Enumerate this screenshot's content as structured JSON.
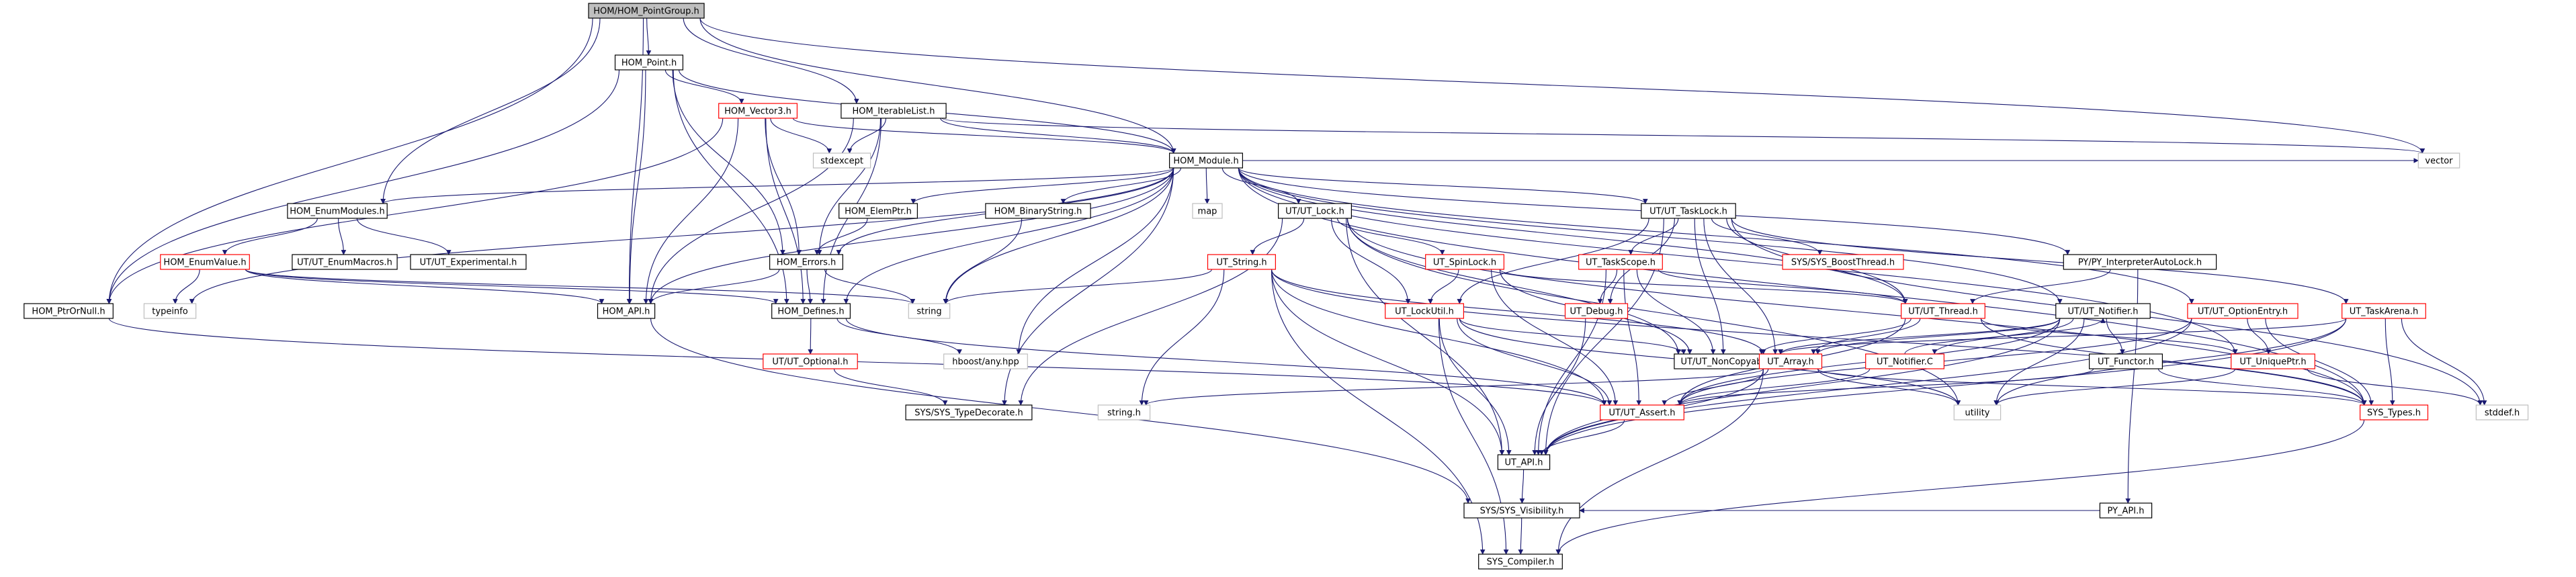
{
  "colors": {
    "node_border": "#000000",
    "truncated_border": "#ff0000",
    "external_border": "#bfbfbf",
    "root_fill": "#bfbfbf",
    "edge": "#191970"
  },
  "nodes": [
    {
      "id": "root",
      "label": "HOM/HOM_PointGroup.h",
      "style": "root"
    },
    {
      "id": "point",
      "label": "HOM_Point.h",
      "style": "normal"
    },
    {
      "id": "vector3",
      "label": "HOM_Vector3.h",
      "style": "truncated"
    },
    {
      "id": "iterable",
      "label": "HOM_IterableList.h",
      "style": "normal"
    },
    {
      "id": "stdexcept",
      "label": "stdexcept",
      "style": "external"
    },
    {
      "id": "module",
      "label": "HOM_Module.h",
      "style": "normal"
    },
    {
      "id": "enummodules",
      "label": "HOM_EnumModules.h",
      "style": "normal"
    },
    {
      "id": "enumvalue",
      "label": "HOM_EnumValue.h",
      "style": "truncated"
    },
    {
      "id": "enummacros",
      "label": "UT/UT_EnumMacros.h",
      "style": "normal"
    },
    {
      "id": "experimental",
      "label": "UT/UT_Experimental.h",
      "style": "normal"
    },
    {
      "id": "elemptr",
      "label": "HOM_ElemPtr.h",
      "style": "normal"
    },
    {
      "id": "errors",
      "label": "HOM_Errors.h",
      "style": "normal"
    },
    {
      "id": "binarystring",
      "label": "HOM_BinaryString.h",
      "style": "normal"
    },
    {
      "id": "map",
      "label": "map",
      "style": "external"
    },
    {
      "id": "ptrornull",
      "label": "HOM_PtrOrNull.h",
      "style": "normal"
    },
    {
      "id": "typeinfo",
      "label": "typeinfo",
      "style": "external"
    },
    {
      "id": "api",
      "label": "HOM_API.h",
      "style": "normal"
    },
    {
      "id": "defines",
      "label": "HOM_Defines.h",
      "style": "normal"
    },
    {
      "id": "string",
      "label": "string",
      "style": "external"
    },
    {
      "id": "hboost",
      "label": "hboost/any.hpp",
      "style": "external"
    },
    {
      "id": "optional",
      "label": "UT/UT_Optional.h",
      "style": "truncated"
    },
    {
      "id": "typedecorate",
      "label": "SYS/SYS_TypeDecorate.h",
      "style": "normal"
    },
    {
      "id": "stringh",
      "label": "string.h",
      "style": "external"
    },
    {
      "id": "utlock",
      "label": "UT/UT_Lock.h",
      "style": "normal"
    },
    {
      "id": "utstring",
      "label": "UT_String.h",
      "style": "truncated"
    },
    {
      "id": "spinlock",
      "label": "UT_SpinLock.h",
      "style": "truncated"
    },
    {
      "id": "lockutil",
      "label": "UT_LockUtil.h",
      "style": "truncated"
    },
    {
      "id": "tasklock",
      "label": "UT/UT_TaskLock.h",
      "style": "normal"
    },
    {
      "id": "taskscope",
      "label": "UT_TaskScope.h",
      "style": "truncated"
    },
    {
      "id": "boostthread",
      "label": "SYS/SYS_BoostThread.h",
      "style": "truncated"
    },
    {
      "id": "debug",
      "label": "UT_Debug.h",
      "style": "truncated"
    },
    {
      "id": "interp",
      "label": "PY/PY_InterpreterAutoLock.h",
      "style": "normal"
    },
    {
      "id": "utthread",
      "label": "UT/UT_Thread.h",
      "style": "truncated"
    },
    {
      "id": "utnotifier",
      "label": "UT/UT_Notifier.h",
      "style": "normal"
    },
    {
      "id": "optionentry",
      "label": "UT/UT_OptionEntry.h",
      "style": "truncated"
    },
    {
      "id": "taskarena",
      "label": "UT_TaskArena.h",
      "style": "truncated"
    },
    {
      "id": "noncopyable",
      "label": "UT/UT_NonCopyable.h",
      "style": "normal"
    },
    {
      "id": "array",
      "label": "UT_Array.h",
      "style": "truncated"
    },
    {
      "id": "notifierc",
      "label": "UT_Notifier.C",
      "style": "truncated"
    },
    {
      "id": "functor",
      "label": "UT_Functor.h",
      "style": "normal"
    },
    {
      "id": "uniqueptr",
      "label": "UT_UniquePtr.h",
      "style": "truncated"
    },
    {
      "id": "assert",
      "label": "UT/UT_Assert.h",
      "style": "truncated"
    },
    {
      "id": "utility",
      "label": "utility",
      "style": "external"
    },
    {
      "id": "systypes",
      "label": "SYS_Types.h",
      "style": "truncated"
    },
    {
      "id": "stddef",
      "label": "stddef.h",
      "style": "external"
    },
    {
      "id": "utapi",
      "label": "UT_API.h",
      "style": "normal"
    },
    {
      "id": "pyapi",
      "label": "PY_API.h",
      "style": "normal"
    },
    {
      "id": "visibility",
      "label": "SYS/SYS_Visibility.h",
      "style": "normal"
    },
    {
      "id": "compiler",
      "label": "SYS_Compiler.h",
      "style": "normal"
    },
    {
      "id": "vector",
      "label": "vector",
      "style": "external"
    }
  ],
  "edges": [
    [
      "root",
      "point"
    ],
    [
      "root",
      "iterable"
    ],
    [
      "root",
      "module"
    ],
    [
      "root",
      "enummodules"
    ],
    [
      "root",
      "ptrornull"
    ],
    [
      "root",
      "api"
    ],
    [
      "root",
      "vector"
    ],
    [
      "point",
      "vector3"
    ],
    [
      "point",
      "module"
    ],
    [
      "point",
      "ptrornull"
    ],
    [
      "point",
      "api"
    ],
    [
      "point",
      "errors"
    ],
    [
      "point",
      "defines"
    ],
    [
      "vector3",
      "module"
    ],
    [
      "vector3",
      "ptrornull"
    ],
    [
      "vector3",
      "api"
    ],
    [
      "vector3",
      "errors"
    ],
    [
      "vector3",
      "defines"
    ],
    [
      "vector3",
      "stdexcept"
    ],
    [
      "iterable",
      "stdexcept"
    ],
    [
      "iterable",
      "module"
    ],
    [
      "iterable",
      "errors"
    ],
    [
      "iterable",
      "defines"
    ],
    [
      "iterable",
      "api"
    ],
    [
      "iterable",
      "vector"
    ],
    [
      "module",
      "enummodules"
    ],
    [
      "module",
      "elemptr"
    ],
    [
      "module",
      "binarystring"
    ],
    [
      "module",
      "map"
    ],
    [
      "module",
      "errors"
    ],
    [
      "module",
      "api"
    ],
    [
      "module",
      "defines"
    ],
    [
      "module",
      "string"
    ],
    [
      "module",
      "hboost"
    ],
    [
      "module",
      "typeinfo"
    ],
    [
      "module",
      "utlock"
    ],
    [
      "module",
      "tasklock"
    ],
    [
      "module",
      "interp"
    ],
    [
      "module",
      "utthread"
    ],
    [
      "module",
      "utnotifier"
    ],
    [
      "module",
      "optionentry"
    ],
    [
      "module",
      "uniqueptr"
    ],
    [
      "module",
      "systypes"
    ],
    [
      "module",
      "vector"
    ],
    [
      "module",
      "typedecorate"
    ],
    [
      "enummodules",
      "enumvalue"
    ],
    [
      "enummodules",
      "enummacros"
    ],
    [
      "enummodules",
      "experimental"
    ],
    [
      "enumvalue",
      "typeinfo"
    ],
    [
      "enumvalue",
      "api"
    ],
    [
      "enumvalue",
      "defines"
    ],
    [
      "enumvalue",
      "string"
    ],
    [
      "elemptr",
      "errors"
    ],
    [
      "binarystring",
      "string"
    ],
    [
      "errors",
      "api"
    ],
    [
      "errors",
      "defines"
    ],
    [
      "errors",
      "string"
    ],
    [
      "ptrornull",
      "assert"
    ],
    [
      "api",
      "visibility"
    ],
    [
      "defines",
      "optional"
    ],
    [
      "defines",
      "hboost"
    ],
    [
      "defines",
      "assert"
    ],
    [
      "optional",
      "typedecorate"
    ],
    [
      "utlock",
      "utstring"
    ],
    [
      "utlock",
      "spinlock"
    ],
    [
      "utlock",
      "lockutil"
    ],
    [
      "utlock",
      "noncopyable"
    ],
    [
      "utlock",
      "utapi"
    ],
    [
      "utlock",
      "typedecorate"
    ],
    [
      "utlock",
      "systypes"
    ],
    [
      "utlock",
      "utility"
    ],
    [
      "utstring",
      "string"
    ],
    [
      "utstring",
      "stringh"
    ],
    [
      "utstring",
      "utapi"
    ],
    [
      "utstring",
      "assert"
    ],
    [
      "utstring",
      "systypes"
    ],
    [
      "utstring",
      "compiler"
    ],
    [
      "utstring",
      "array"
    ],
    [
      "spinlock",
      "lockutil"
    ],
    [
      "spinlock",
      "utthread"
    ],
    [
      "spinlock",
      "noncopyable"
    ],
    [
      "spinlock",
      "assert"
    ],
    [
      "lockutil",
      "noncopyable"
    ],
    [
      "lockutil",
      "utapi"
    ],
    [
      "lockutil",
      "assert"
    ],
    [
      "lockutil",
      "compiler"
    ],
    [
      "lockutil",
      "utility"
    ],
    [
      "tasklock",
      "taskscope"
    ],
    [
      "tasklock",
      "boostthread"
    ],
    [
      "tasklock",
      "debug"
    ],
    [
      "tasklock",
      "lockutil"
    ],
    [
      "tasklock",
      "noncopyable"
    ],
    [
      "tasklock",
      "utthread"
    ],
    [
      "tasklock",
      "taskarena"
    ],
    [
      "tasklock",
      "array"
    ],
    [
      "tasklock",
      "utapi"
    ],
    [
      "tasklock",
      "stddef"
    ],
    [
      "taskscope",
      "debug"
    ],
    [
      "taskscope",
      "noncopyable"
    ],
    [
      "taskscope",
      "utthread"
    ],
    [
      "taskscope",
      "utapi"
    ],
    [
      "taskscope",
      "assert"
    ],
    [
      "debug",
      "utapi"
    ],
    [
      "interp",
      "utthread"
    ],
    [
      "interp",
      "pyapi"
    ],
    [
      "utthread",
      "noncopyable"
    ],
    [
      "utthread",
      "array"
    ],
    [
      "utthread",
      "uniqueptr"
    ],
    [
      "utthread",
      "systypes"
    ],
    [
      "utthread",
      "assert"
    ],
    [
      "utnotifier",
      "array"
    ],
    [
      "utnotifier",
      "notifierc"
    ],
    [
      "utnotifier",
      "functor"
    ],
    [
      "utnotifier",
      "noncopyable"
    ],
    [
      "utnotifier",
      "utility"
    ],
    [
      "utnotifier",
      "utapi"
    ],
    [
      "utnotifier",
      "assert"
    ],
    [
      "optionentry",
      "uniqueptr"
    ],
    [
      "optionentry",
      "systypes"
    ],
    [
      "optionentry",
      "utapi"
    ],
    [
      "optionentry",
      "assert"
    ],
    [
      "taskarena",
      "noncopyable"
    ],
    [
      "taskarena",
      "systypes"
    ],
    [
      "taskarena",
      "stddef"
    ],
    [
      "taskarena",
      "utility"
    ],
    [
      "taskarena",
      "utapi"
    ],
    [
      "array",
      "assert"
    ],
    [
      "array",
      "utapi"
    ],
    [
      "array",
      "systypes"
    ],
    [
      "array",
      "compiler"
    ],
    [
      "array",
      "stringh"
    ],
    [
      "array",
      "utility"
    ],
    [
      "notifierc",
      "utnotifier"
    ],
    [
      "notifierc",
      "assert"
    ],
    [
      "functor",
      "assert"
    ],
    [
      "functor",
      "systypes"
    ],
    [
      "uniqueptr",
      "stddef"
    ],
    [
      "uniqueptr",
      "utility"
    ],
    [
      "assert",
      "utapi"
    ],
    [
      "systypes",
      "compiler"
    ],
    [
      "utapi",
      "visibility"
    ],
    [
      "pyapi",
      "visibility"
    ],
    [
      "visibility",
      "compiler"
    ]
  ]
}
